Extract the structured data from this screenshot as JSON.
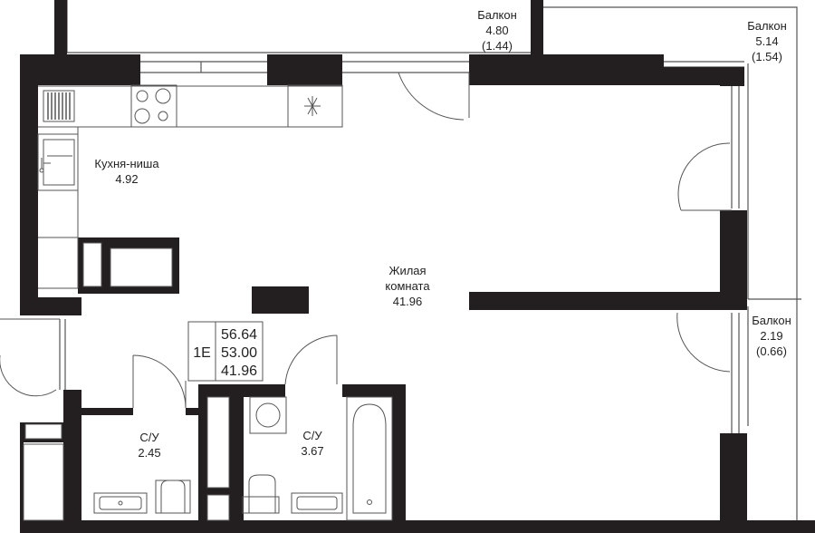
{
  "rooms": {
    "balcony_top": {
      "name": "Балкон",
      "area": "4.80",
      "reduced": "(1.44)"
    },
    "balcony_right_top": {
      "name": "Балкон",
      "area": "5.14",
      "reduced": "(1.54)"
    },
    "balcony_right_bottom": {
      "name": "Балкон",
      "area": "2.19",
      "reduced": "(0.66)"
    },
    "kitchen": {
      "name": "Кухня-ниша",
      "area": "4.92"
    },
    "living": {
      "name_line1": "Жилая",
      "name_line2": "комната",
      "area": "41.96"
    },
    "bath_small": {
      "name": "С/У",
      "area": "2.45"
    },
    "bath_large": {
      "name": "С/У",
      "area": "3.67"
    }
  },
  "legend": {
    "code": "1Е",
    "total_area": "56.64",
    "area_without_balconies": "53.00",
    "living_area": "41.96"
  },
  "colors": {
    "wall": "#231f20",
    "line": "#555555",
    "background": "#ffffff"
  }
}
